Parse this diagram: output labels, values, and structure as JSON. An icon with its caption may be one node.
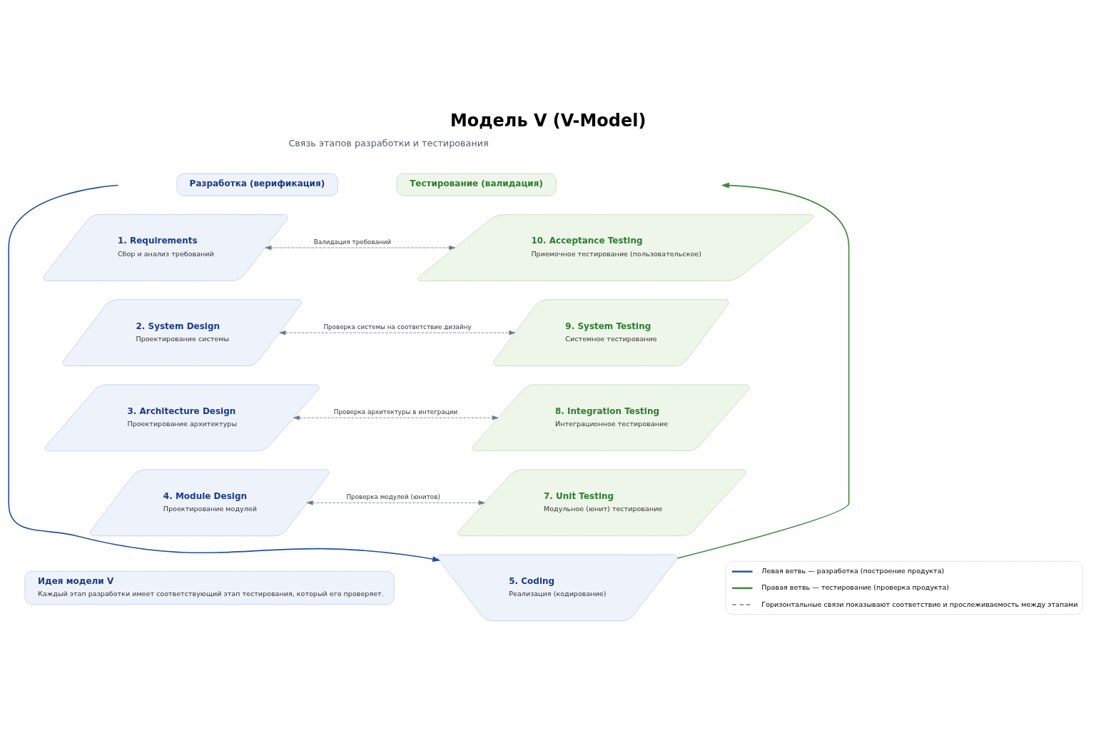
{
  "diagram": {
    "title": "Модель V (V-Model)",
    "nodes": [
      {
        "text": [
          "Разработка (верификация)"
        ]
      },
      {
        "text": [
          "Тестирование (валидация)"
        ]
      },
      {
        "text": [
          "1. Requirements",
          "Сбор и анализ требований"
        ]
      },
      {
        "text": [
          "2. System Design",
          "Проектирование системы"
        ]
      },
      {
        "text": [
          "3. Architecture Design",
          "Проектирование архитектуры"
        ]
      },
      {
        "text": [
          "4. Module Design",
          "Проектирование модулей"
        ]
      },
      {
        "text": [
          "5. Coding",
          "Реализация (кодирование)"
        ]
      },
      {
        "text": [
          "7. Unit Testing",
          "Модульное (юнит) тестирование"
        ]
      },
      {
        "text": [
          "8. Integration Testing",
          "Интеграционное тестирование"
        ]
      },
      {
        "text": [
          "9. System Testing",
          "Системное тестирование"
        ]
      },
      {
        "text": [
          "10. Acceptance Testing",
          "Приемочное тестирование (пользовательское)"
        ]
      },
      {
        "text": [
          "Идея модели V",
          "Каждый этап разработки имеет соответствующий этап тестирования, который его проверяет."
        ]
      }
    ],
    "edges": [
      {
        "from": 2,
        "to": 10,
        "arrow": "both",
        "style": "dashed",
        "label": "Валидация требований"
      },
      {
        "from": 3,
        "to": 9,
        "arrow": "both",
        "style": "dashed",
        "label": "Проверка системы на соответствие дизайну"
      },
      {
        "from": 4,
        "to": 8,
        "arrow": "both",
        "style": "dashed",
        "label": "Проверка архитектуры в интеграции"
      },
      {
        "from": 5,
        "to": 7,
        "arrow": "both",
        "style": "dashed",
        "label": "Проверка модулей (юнитов)"
      },
      {
        "from": null,
        "to": 6,
        "arrow": "to",
        "color": "#1f4fa8"
      },
      {
        "from": 6,
        "to": null,
        "arrow": "to",
        "color": "#3a8a35"
      }
    ],
    "labels": [
      "Связь этапов разработки и тестирования"
    ],
    "legend": [
      {
        "text": "Левая ветвь — разработка (построение продукта)"
      },
      {
        "text": "Правая ветвь — тестирование (проверка продукта)"
      },
      {
        "text": "Горизонтальные связи показывают соответствие и прослеживаемость между этапами"
      }
    ]
  }
}
